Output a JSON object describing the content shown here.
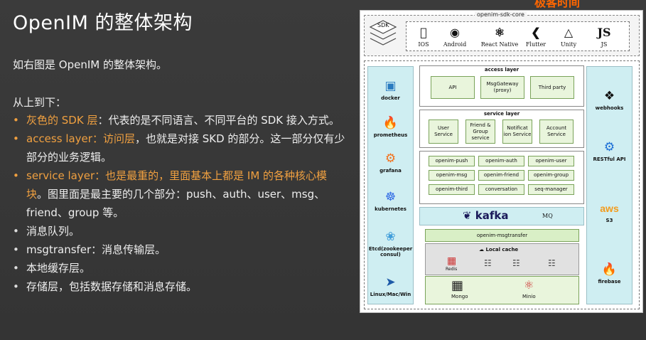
{
  "slide": {
    "title": "OpenIM 的整体架构",
    "intro": "如右图是 OpenIM 的整体架构。",
    "subhead": "从上到下：",
    "bullets": [
      {
        "highlight": "灰色的 SDK 层",
        "text": "：代表的是不同语言、不同平台的 SDK 接入方式。"
      },
      {
        "highlight": "access layer：访问层",
        "text": "，也就是对接 SKD 的部分。这一部分仅有少部分的业务逻辑。"
      },
      {
        "highlight": "service layer：也是最重的，里面基本上都是 IM 的各种核心模块",
        "text": "。图里面是最主要的几个部分：push、auth、user、msg、friend、group 等。"
      },
      {
        "highlight": "",
        "text": "消息队列。"
      },
      {
        "highlight": "",
        "text": "msgtransfer：消息传输层。"
      },
      {
        "highlight": "",
        "text": "本地缓存层。"
      },
      {
        "highlight": "",
        "text": "存储层，包括数据存储和消息存储。"
      }
    ],
    "corner_logo": "极客时间"
  },
  "diagram": {
    "sdk_core": "openim-sdk-core",
    "sdk_label": "SDK",
    "platforms": [
      "IOS",
      "Android",
      "React Native",
      "Flutter",
      "Unity",
      "JS"
    ],
    "left_stack": [
      "docker",
      "prometheus",
      "grafana",
      "kubernetes",
      "Etcd(zookeeper consul)",
      "Linux/Mac/Win"
    ],
    "right_stack": [
      "webhooks",
      "RESTful API",
      "S3",
      "firebase"
    ],
    "access_layer": {
      "title": "access layer",
      "items": [
        "API",
        "MsgGateway (proxy)",
        "Third party"
      ]
    },
    "service_layer": {
      "title": "service layer",
      "items": [
        "User Service",
        "Friend & Group service",
        "Notificat ion Service",
        "Account Service"
      ]
    },
    "modules": [
      "openim-push",
      "openim-auth",
      "openim-user",
      "openim-msg",
      "openim-friend",
      "openim-group",
      "openim-third",
      "conversation",
      "seq-manager"
    ],
    "mq": {
      "brand": "kafka",
      "label": "MQ"
    },
    "msgtransfer": "openim-msgtransfer",
    "cache": {
      "title": "Local cache",
      "redis": "Redis"
    },
    "storage": [
      "Mongo",
      "Minio"
    ]
  },
  "colors": {
    "accent": "#f0a040",
    "background": "#3a3a3a",
    "module_fill": "#e9f5dc",
    "side_fill": "#cfeef2"
  }
}
